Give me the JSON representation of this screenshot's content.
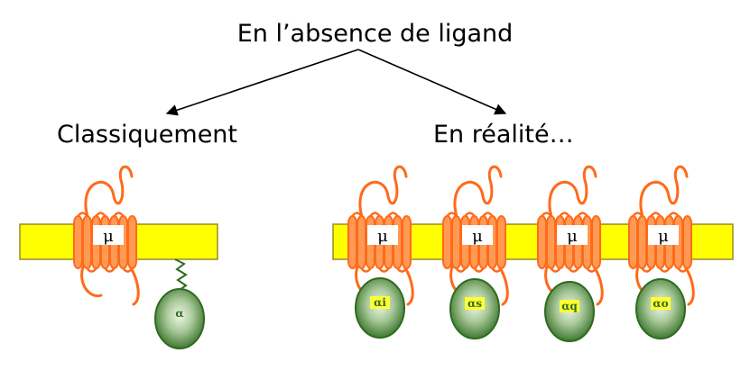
{
  "title": "En l’absence de ligand",
  "left_branch": {
    "label": "Classiquement",
    "receptor_label": "μ",
    "g_protein_label": "α"
  },
  "right_branch": {
    "label": "En réalité…",
    "receptors": [
      {
        "receptor_label": "μ",
        "g_protein_label": "αi"
      },
      {
        "receptor_label": "μ",
        "g_protein_label": "αs"
      },
      {
        "receptor_label": "μ",
        "g_protein_label": "αq"
      },
      {
        "receptor_label": "μ",
        "g_protein_label": "αo"
      }
    ]
  },
  "colors": {
    "membrane_fill": "#ffff00",
    "membrane_stroke": "#9a8a2a",
    "receptor_orange": "#ff6a1a",
    "g_protein_dark": "#2e6b1f",
    "g_protein_light": "#eef6e6",
    "label_highlight": "#ffff33"
  }
}
